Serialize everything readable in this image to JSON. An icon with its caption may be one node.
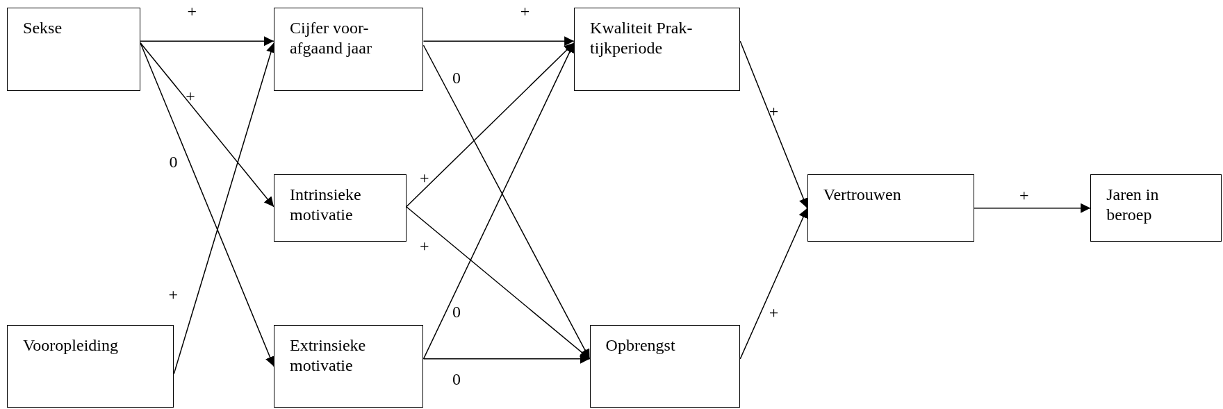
{
  "diagram": {
    "nodes": [
      {
        "text": [
          "Sekse"
        ]
      },
      {
        "text": [
          "Vooropleiding"
        ]
      },
      {
        "text": [
          "Cijfer voor- afgaand jaar"
        ]
      },
      {
        "text": [
          "Intrinsieke motivatie"
        ]
      },
      {
        "text": [
          "Extrinsieke motivatie"
        ]
      },
      {
        "text": [
          "Kwaliteit Prak- tijkperiode"
        ]
      },
      {
        "text": [
          "Opbrengst"
        ]
      },
      {
        "text": [
          "Vertrouwen"
        ]
      },
      {
        "text": [
          "Jaren in beroep"
        ]
      }
    ],
    "edges": [
      {
        "from": 0,
        "to": 2,
        "arrow": "to",
        "label": "+"
      },
      {
        "from": 0,
        "to": 3,
        "arrow": "to",
        "label": "+"
      },
      {
        "from": 0,
        "to": 4,
        "arrow": "to",
        "label": "0"
      },
      {
        "from": 1,
        "to": 2,
        "arrow": "to",
        "label": "+"
      },
      {
        "from": 2,
        "to": 5,
        "arrow": "to",
        "label": "+"
      },
      {
        "from": 2,
        "to": 6,
        "arrow": "to",
        "label": "0"
      },
      {
        "from": 3,
        "to": 5,
        "arrow": "to",
        "label": "+"
      },
      {
        "from": 3,
        "to": 6,
        "arrow": "to",
        "label": "+"
      },
      {
        "from": 4,
        "to": 5,
        "arrow": "to",
        "label": "0"
      },
      {
        "from": 4,
        "to": 6,
        "arrow": "to",
        "label": "0"
      },
      {
        "from": 5,
        "to": 7,
        "arrow": "to",
        "label": "+"
      },
      {
        "from": 6,
        "to": 7,
        "arrow": "to",
        "label": "+"
      },
      {
        "from": 7,
        "to": 8,
        "arrow": "to",
        "label": "+"
      }
    ]
  }
}
